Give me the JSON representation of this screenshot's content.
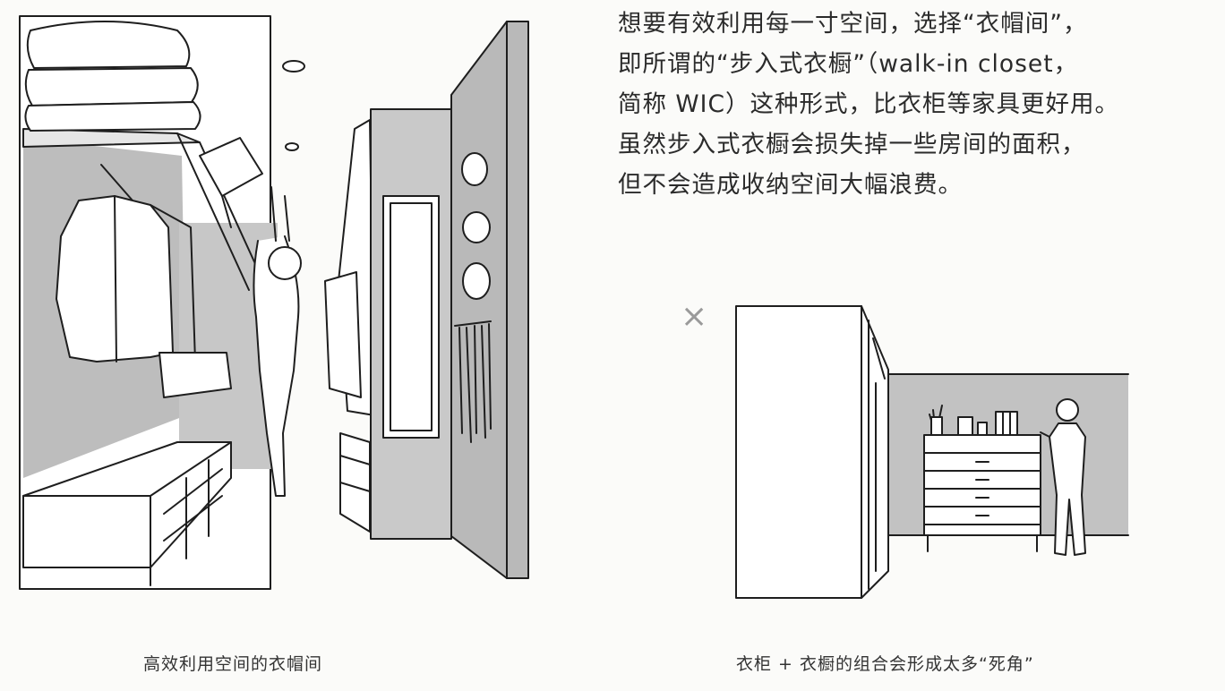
{
  "paragraph": {
    "lines": [
      "想要有效利用每一寸空间，选择“衣帽间”，",
      "即所谓的“步入式衣橱”（walk-in closet，",
      "简称 WIC）这种形式，比衣柜等家具更好用。",
      "虽然步入式衣橱会损失掉一些房间的面积，",
      "但不会造成收纳空间大幅浪费。"
    ]
  },
  "captions": {
    "left": "高效利用空间的衣帽间",
    "right": "衣柜 + 衣橱的组合会形成太多“死角”"
  },
  "marks": {
    "wrong": "×"
  }
}
